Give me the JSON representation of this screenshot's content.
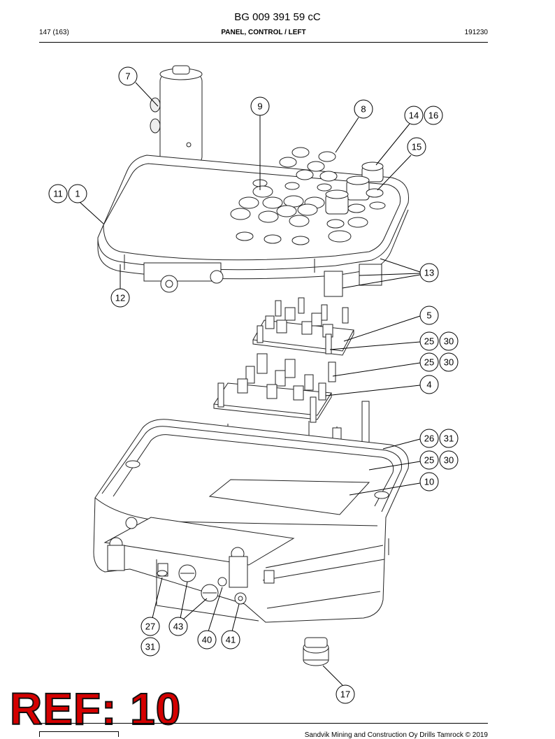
{
  "header": {
    "doc_number": "BG 009 391 59 cC",
    "page": "147 (163)",
    "title": "PANEL, CONTROL / LEFT",
    "date": "191230"
  },
  "callouts": [
    {
      "label": "7"
    },
    {
      "label": "9"
    },
    {
      "label": "8"
    },
    {
      "label": "14"
    },
    {
      "label": "16"
    },
    {
      "label": "15"
    },
    {
      "label": "11"
    },
    {
      "label": "1"
    },
    {
      "label": "13"
    },
    {
      "label": "12"
    },
    {
      "label": "5"
    },
    {
      "label": "25"
    },
    {
      "label": "30"
    },
    {
      "label": "25"
    },
    {
      "label": "30"
    },
    {
      "label": "4"
    },
    {
      "label": "26"
    },
    {
      "label": "31"
    },
    {
      "label": "25"
    },
    {
      "label": "30"
    },
    {
      "label": "10"
    },
    {
      "label": "27"
    },
    {
      "label": "43"
    },
    {
      "label": "40"
    },
    {
      "label": "41"
    },
    {
      "label": "31"
    },
    {
      "label": "17"
    }
  ],
  "stamp": {
    "text": "REF: 10",
    "color": "#d40000"
  },
  "footer": {
    "copyright": "Sandvik Mining and Construction Oy Drills Tamrock © 2019"
  }
}
